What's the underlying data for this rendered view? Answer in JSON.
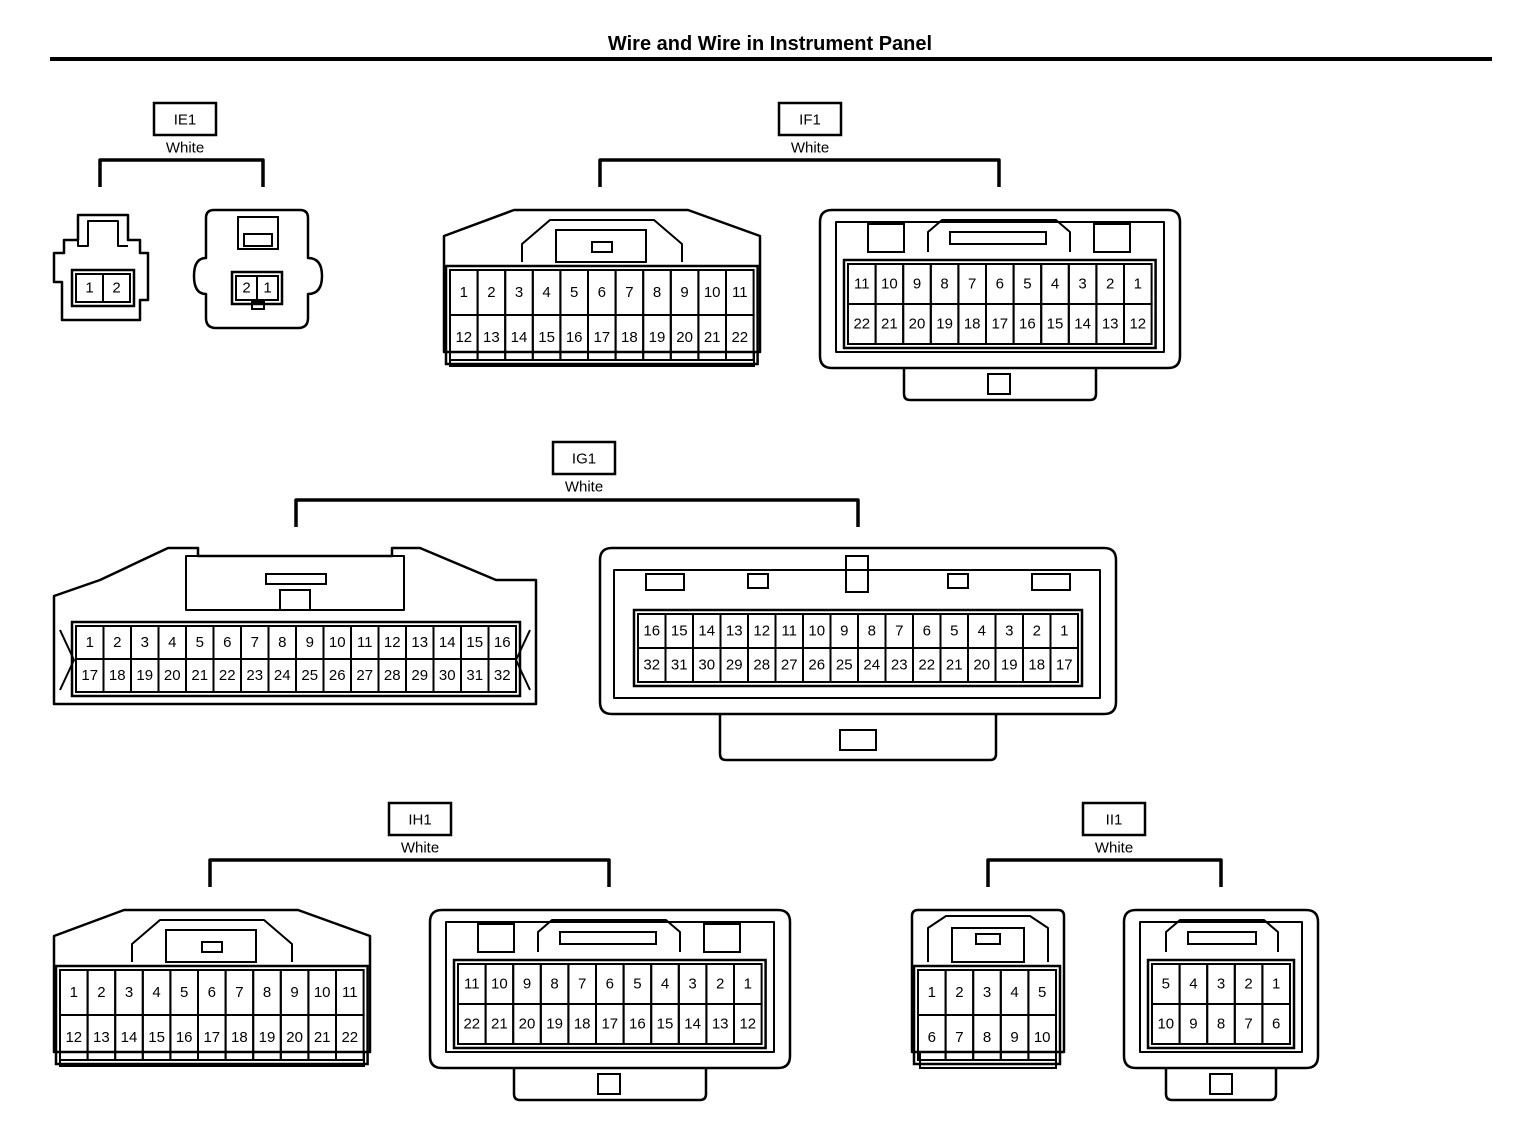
{
  "title": "Wire and Wire in Instrument Panel",
  "colors": {
    "line": "#000000",
    "background": "#ffffff"
  },
  "connectors": [
    {
      "code": "IE1",
      "color": "White",
      "left_view": {
        "rows": [
          [
            1,
            2
          ]
        ]
      },
      "right_view": {
        "rows": [
          [
            2,
            1
          ]
        ]
      }
    },
    {
      "code": "IF1",
      "color": "White",
      "left_view": {
        "rows": [
          [
            1,
            2,
            3,
            4,
            5,
            6,
            7,
            8,
            9,
            10,
            11
          ],
          [
            12,
            13,
            14,
            15,
            16,
            17,
            18,
            19,
            20,
            21,
            22
          ]
        ]
      },
      "right_view": {
        "rows": [
          [
            11,
            10,
            9,
            8,
            7,
            6,
            5,
            4,
            3,
            2,
            1
          ],
          [
            22,
            21,
            20,
            19,
            18,
            17,
            16,
            15,
            14,
            13,
            12
          ]
        ]
      }
    },
    {
      "code": "IG1",
      "color": "White",
      "left_view": {
        "rows": [
          [
            1,
            2,
            3,
            4,
            5,
            6,
            7,
            8,
            9,
            10,
            11,
            12,
            13,
            14,
            15,
            16
          ],
          [
            17,
            18,
            19,
            20,
            21,
            22,
            23,
            24,
            25,
            26,
            27,
            28,
            29,
            30,
            31,
            32
          ]
        ]
      },
      "right_view": {
        "rows": [
          [
            16,
            15,
            14,
            13,
            12,
            11,
            10,
            9,
            8,
            7,
            6,
            5,
            4,
            3,
            2,
            1
          ],
          [
            32,
            31,
            30,
            29,
            28,
            27,
            26,
            25,
            24,
            23,
            22,
            21,
            20,
            19,
            18,
            17
          ]
        ]
      }
    },
    {
      "code": "IH1",
      "color": "White",
      "left_view": {
        "rows": [
          [
            1,
            2,
            3,
            4,
            5,
            6,
            7,
            8,
            9,
            10,
            11
          ],
          [
            12,
            13,
            14,
            15,
            16,
            17,
            18,
            19,
            20,
            21,
            22
          ]
        ]
      },
      "right_view": {
        "rows": [
          [
            11,
            10,
            9,
            8,
            7,
            6,
            5,
            4,
            3,
            2,
            1
          ],
          [
            22,
            21,
            20,
            19,
            18,
            17,
            16,
            15,
            14,
            13,
            12
          ]
        ]
      }
    },
    {
      "code": "II1",
      "color": "White",
      "left_view": {
        "rows": [
          [
            1,
            2,
            3,
            4,
            5
          ],
          [
            6,
            7,
            8,
            9,
            10
          ]
        ]
      },
      "right_view": {
        "rows": [
          [
            5,
            4,
            3,
            2,
            1
          ],
          [
            10,
            9,
            8,
            7,
            6
          ]
        ]
      }
    }
  ]
}
